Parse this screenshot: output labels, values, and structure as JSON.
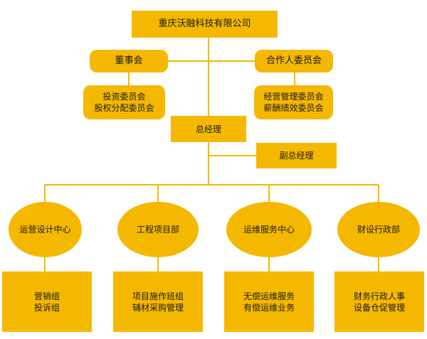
{
  "company": "重庆沃融科技有限公司",
  "board": {
    "title": "董事会",
    "committees": [
      "投资委员会",
      "股权分配委员会"
    ]
  },
  "partner": {
    "title": "合作人委员会",
    "committees": [
      "经营管理委员会",
      "薪酬绩效委员会"
    ]
  },
  "gm": "总经理",
  "deputy_gm": "副总经理",
  "departments": [
    {
      "name": "运营设计中心",
      "units": [
        "营销组",
        "投诉组"
      ]
    },
    {
      "name": "工程项目部",
      "units": [
        "项目施作班组",
        "辅材采购管理"
      ]
    },
    {
      "name": "运维服务中心",
      "units": [
        "无偿运维服务",
        "有偿运维业务"
      ]
    },
    {
      "name": "财设行政部",
      "units": [
        "财务行政人事",
        "设备仓促管理"
      ]
    }
  ],
  "colors": {
    "box": "#F5B800",
    "line": "#F5B800",
    "background": "#FFFFFF"
  }
}
